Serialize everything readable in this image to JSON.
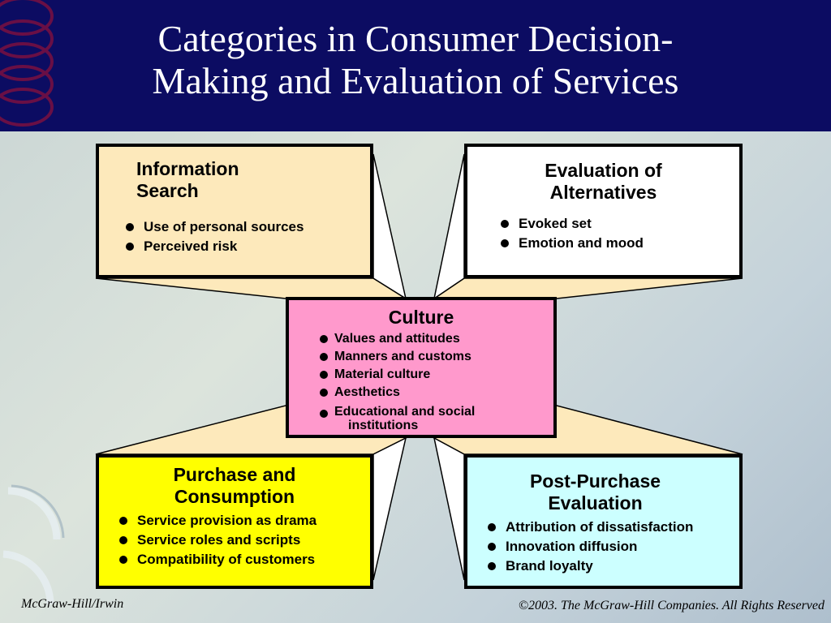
{
  "slide": {
    "title_line1": "Categories in Consumer Decision-",
    "title_line2": "Making and Evaluation of Services"
  },
  "boxes": {
    "information_search": {
      "title_line1": "Information",
      "title_line2": "Search",
      "items": [
        "Use of personal sources",
        "Perceived risk"
      ],
      "color": "#fde9bb"
    },
    "evaluation_of_alternatives": {
      "title_line1": "Evaluation of",
      "title_line2": "Alternatives",
      "items": [
        "Evoked set",
        "Emotion and mood"
      ],
      "color": "#ffffff"
    },
    "culture": {
      "title": "Culture",
      "items": [
        "Values and attitudes",
        "Manners and customs",
        "Material culture",
        "Aesthetics",
        "Educational and social",
        "institutions"
      ],
      "color": "#ff99cc"
    },
    "purchase_and_consumption": {
      "title_line1": "Purchase and",
      "title_line2": "Consumption",
      "items": [
        "Service provision as drama",
        "Service roles and scripts",
        "Compatibility of customers"
      ],
      "color": "#ffff00"
    },
    "post_purchase_evaluation": {
      "title_line1": "Post-Purchase",
      "title_line2": "Evaluation",
      "items": [
        "Attribution of dissatisfaction",
        "Innovation diffusion",
        "Brand loyalty"
      ],
      "color": "#ccffff"
    }
  },
  "footer": {
    "left": "McGraw-Hill/Irwin",
    "right": "©2003. The McGraw-Hill Companies. All Rights Reserved"
  },
  "colors": {
    "header_bg": "#0c0c62",
    "connector_fill": "#fde9bb"
  }
}
